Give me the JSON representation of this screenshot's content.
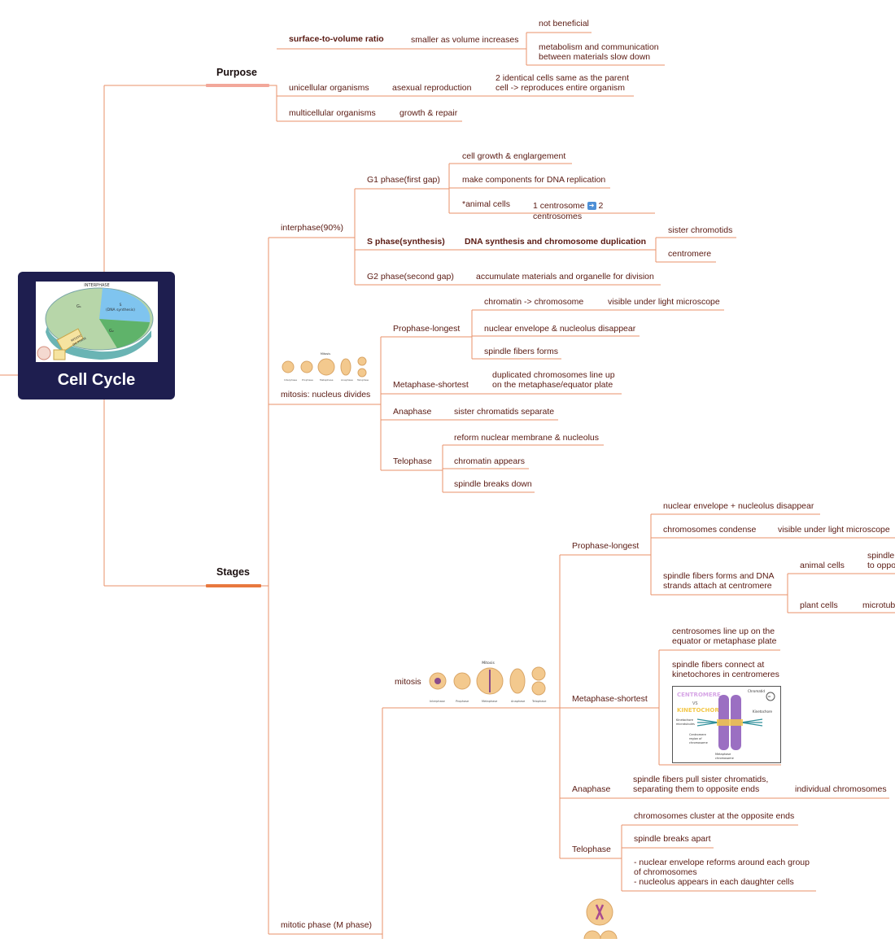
{
  "root": {
    "title": "Cell Cycle"
  },
  "purpose": {
    "label": "Purpose",
    "surface": {
      "label": "surface-to-volume ratio",
      "detail": "smaller as volume increases",
      "not_beneficial": "not beneficial",
      "slow": "metabolism and communication\nbetween materials slow down"
    },
    "unicellular": {
      "label": "unicellular organisms",
      "detail": "asexual reproduction",
      "result": "2 identical cells same as the parent\ncell -> reproduces entire organism"
    },
    "multicellular": {
      "label": "multicellular organisms",
      "detail": "growth & repair"
    }
  },
  "stages": {
    "label": "Stages",
    "interphase": {
      "label": "interphase(90%)",
      "g1": {
        "label": "G1 phase(first gap)",
        "items": [
          "cell growth & englargement",
          "make components for DNA replication"
        ],
        "animal": "*animal cells",
        "centrosome_a": "1 centrosome",
        "centrosome_b": "2",
        "centrosome_c": "centrosomes"
      },
      "s": {
        "label": "S phase(synthesis)",
        "detail": "DNA synthesis and chromosome duplication",
        "items": [
          "sister chromotids",
          "centromere"
        ]
      },
      "g2": {
        "label": "G2 phase(second gap)",
        "detail": "accumulate materials and organelle for division"
      }
    },
    "mitosis_nucleus": {
      "label": "mitosis: nucleus divides",
      "prophase": {
        "label": "Prophase-longest",
        "chromatin": "chromatin -> chromosome",
        "visible": "visible under light microscope",
        "envelope": "nuclear envelope & nucleolus disappear",
        "spindle": "spindle fibers forms"
      },
      "metaphase": {
        "label": "Metaphase-shortest",
        "detail": "duplicated chromosomes line up\non the metaphase/equator plate"
      },
      "anaphase": {
        "label": "Anaphase",
        "detail": "sister chromatids separate"
      },
      "telophase": {
        "label": "Telophase",
        "items": [
          "reform nuclear membrane & nucleolus",
          "chromatin appears",
          "spindle breaks down"
        ]
      }
    },
    "mitotic_phase": {
      "label": "mitotic phase (M phase)",
      "mitosis": {
        "label": "mitosis",
        "prophase": {
          "label": "Prophase-longest",
          "envelope": "nuclear envelope + nucleolus disappear",
          "condense": "chromosomes condense",
          "visible": "visible under light microscope",
          "spindle": "spindle fibers forms and DNA\nstrands attach at centromere",
          "animal": "animal cells",
          "animal_detail": "spindle\nto oppo",
          "plant": "plant cells",
          "plant_detail": "microtub"
        },
        "metaphase": {
          "label": "Metaphase-shortest",
          "line_up": "centrosomes line up on the\nequator or metaphase plate",
          "connect": "spindle fibers connect at\nkinetochores in centromeres",
          "diagram": {
            "title": "CENTROMERE",
            "vs": "VS",
            "title2": "KINETOCHORE",
            "chromatid": "Chromatid",
            "kinetochore": "Kinetochore",
            "microtubules": "Kinetochore\nmicrotubules",
            "region": "Centromere\nregion of\nchromosome",
            "metaphase_chromosome": "Metaphase\nchromosome"
          }
        },
        "anaphase": {
          "label": "Anaphase",
          "detail": "spindle fibers pull sister chromatids,\nseparating them to opposite ends",
          "result": "individual chromosomes"
        },
        "telophase": {
          "label": "Telophase",
          "items": [
            "chromosomes cluster at the opposite ends",
            "spindle breaks apart",
            "- nuclear envelope reforms around each group\nof chromosomes\n- nucleolus appears in each daughter cells"
          ]
        }
      }
    }
  },
  "images": {
    "cycle": {
      "interphase": "INTERPHASE",
      "g1": "G₁",
      "s": "S\n(DNA synthesis)",
      "g2": "G₂",
      "mitotic": "MITOTIC\n(M) PHASE"
    },
    "mitosis_strip": {
      "title": "Mitosis",
      "stages": [
        "Interphase",
        "Prophase",
        "Metaphase",
        "Anaphase",
        "Telophase"
      ]
    }
  },
  "colors": {
    "line": "#e8926a",
    "root": "#1e1e4f",
    "purpose_bar": "#f2a79a",
    "stages_bar": "#e8783e",
    "text": "#5a1a12"
  }
}
